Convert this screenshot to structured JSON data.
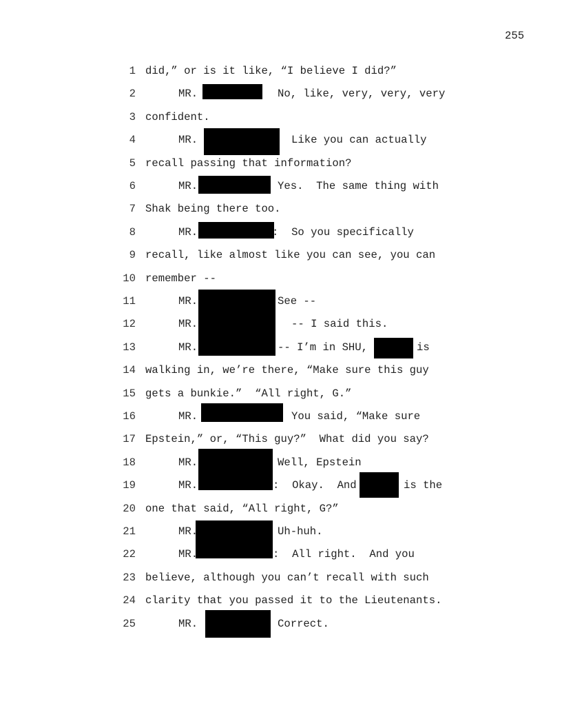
{
  "page_number": "255",
  "lines": [
    {
      "num": "1",
      "parts": [
        "did,” or is it like, “I believe I did?”"
      ]
    },
    {
      "num": "2",
      "parts": [
        "MR.",
        "No, like, very, very, very"
      ]
    },
    {
      "num": "3",
      "parts": [
        "confident."
      ]
    },
    {
      "num": "4",
      "parts": [
        "MR.",
        "Like you can actually"
      ]
    },
    {
      "num": "5",
      "parts": [
        "recall passing that information?"
      ]
    },
    {
      "num": "6",
      "parts": [
        "MR.",
        "Yes.  The same thing with"
      ]
    },
    {
      "num": "7",
      "parts": [
        "Shak being there too."
      ]
    },
    {
      "num": "8",
      "parts": [
        "MR.",
        ":  So you specifically"
      ]
    },
    {
      "num": "9",
      "parts": [
        "recall, like almost like you can see, you can"
      ]
    },
    {
      "num": "10",
      "parts": [
        "remember --"
      ]
    },
    {
      "num": "11",
      "parts": [
        "MR.",
        "See --"
      ]
    },
    {
      "num": "12",
      "parts": [
        "MR.",
        "-- I said this."
      ]
    },
    {
      "num": "13",
      "parts": [
        "MR.",
        "-- I’m in SHU,",
        "is"
      ]
    },
    {
      "num": "14",
      "parts": [
        "walking in, we’re there, “Make sure this guy"
      ]
    },
    {
      "num": "15",
      "parts": [
        "gets a bunkie.”  “All right, G.”"
      ]
    },
    {
      "num": "16",
      "parts": [
        "MR.",
        "You said, “Make sure"
      ]
    },
    {
      "num": "17",
      "parts": [
        "Epstein,” or, “This guy?”  What did you say?"
      ]
    },
    {
      "num": "18",
      "parts": [
        "MR.",
        "Well, Epstein"
      ]
    },
    {
      "num": "19",
      "parts": [
        "MR.",
        ":  Okay.  And",
        "is the"
      ]
    },
    {
      "num": "20",
      "parts": [
        "one that said, “All right, G?”"
      ]
    },
    {
      "num": "21",
      "parts": [
        "MR.",
        "Uh-huh."
      ]
    },
    {
      "num": "22",
      "parts": [
        "MR.",
        ":  All right.  And you"
      ]
    },
    {
      "num": "23",
      "parts": [
        "believe, although you can’t recall with such"
      ]
    },
    {
      "num": "24",
      "parts": [
        "clarity that you passed it to the Lieutenants."
      ]
    },
    {
      "num": "25",
      "parts": [
        "MR.",
        "Correct."
      ]
    }
  ]
}
